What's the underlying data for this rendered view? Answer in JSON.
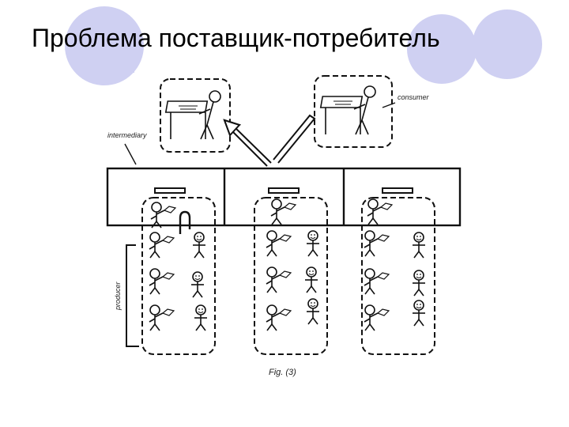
{
  "slide": {
    "title": "Проблема поставщик-потребитель"
  },
  "diagram": {
    "labels": {
      "intermediary": "intermediary",
      "consumer": "consumer",
      "producer": "producer",
      "figure": "Fig. (3)"
    },
    "colors": {
      "decoration": "#cfd0f2",
      "ink": "#111111"
    }
  }
}
